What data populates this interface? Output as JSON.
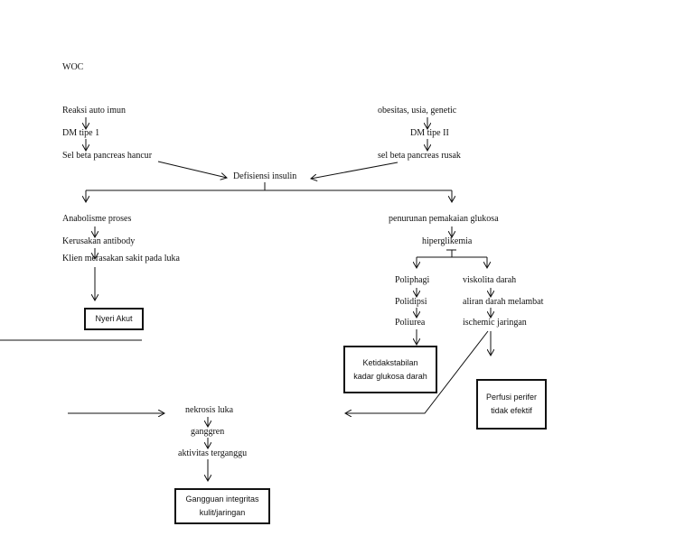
{
  "title": "WOC",
  "nodes": {
    "reaksi": "Reaksi auto imun",
    "dm1": "DM tipe 1",
    "selbeta_hancur": "Sel beta pancreas hancur",
    "obesitas": "obesitas, usia, genetic",
    "dm2": "DM tipe II",
    "selbeta_rusak": "sel beta pancreas rusak",
    "defisiensi": "Defisiensi insulin",
    "anabolisme": "Anabolisme proses",
    "kerusakan": "Kerusakan antibody",
    "klien": "Klien merasakan sakit pada luka",
    "penurunan": "penurunan pemakaian glukosa",
    "hiperglikemia": "hiperglikemia",
    "poliphagi": "Poliphagi",
    "polidipsi": "Polidipsi",
    "poliurea": "Poliurea",
    "viskolita": "viskolita darah",
    "aliran": "aliran darah melambat",
    "ischemic": "ischemic jaringan",
    "nekrosis": "nekrosis luka",
    "ganggren": "ganggren",
    "aktivitas": "aktivitas terganggu"
  },
  "diagnoses": {
    "nyeri_akut": "Nyeri Akut",
    "ketidakstabilan_1": "Ketidakstabilan",
    "ketidakstabilan_2": "kadar glukosa darah",
    "perfusi_1": "Perfusi perifer",
    "perfusi_2": "tidak efektif",
    "gangguan_1": "Gangguan integritas",
    "gangguan_2": "kulit/jaringan"
  },
  "colors": {
    "line": "#111111",
    "background": "#ffffff"
  }
}
